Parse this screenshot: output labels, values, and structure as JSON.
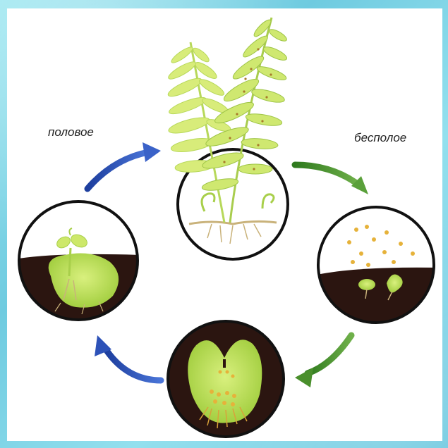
{
  "labels": {
    "sexual": "половое",
    "asexual": "бесполое"
  },
  "colors": {
    "arrow_blue": "#2d52b8",
    "arrow_green": "#3f8a2a",
    "soil": "#2b1510",
    "plant_green": "#c8e66a",
    "frond_yellow": "#d8ec7a",
    "spore_orange": "#e6b23a"
  },
  "stages": [
    {
      "name": "adult-fern",
      "icon": "fern-icon"
    },
    {
      "name": "spores-germinating",
      "icon": "spores-icon"
    },
    {
      "name": "prothallus-gametangia",
      "icon": "prothallus-icon"
    },
    {
      "name": "young-sporophyte",
      "icon": "sporophyte-icon"
    }
  ]
}
